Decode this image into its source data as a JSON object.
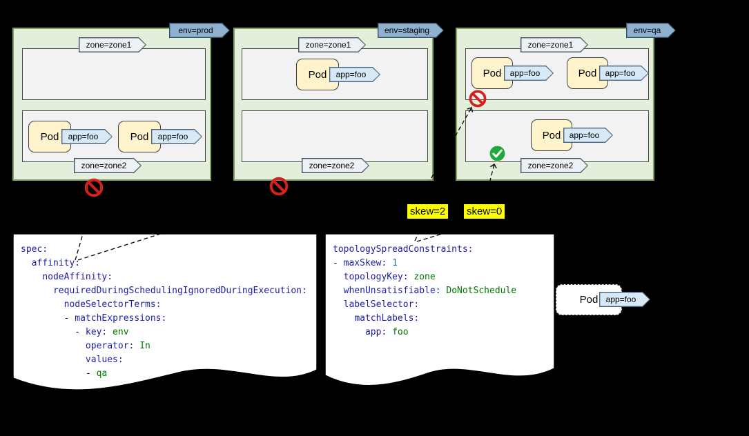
{
  "colors": {
    "background": "#000000",
    "cluster_fill": "#e3efda",
    "cluster_border": "#7ea35f",
    "zone_fill": "#f2f2f2",
    "pod_fill": "#fff3cc",
    "env_tag_fill": "#8fb1cf",
    "zone_tag_fill": "#edf0f4",
    "app_tag_fill": "#d7e8f7",
    "skew_highlight": "#ffff00",
    "rejected_red": "#d6201c",
    "accepted_green": "#1fa83c"
  },
  "code_palette": {
    "key": "#1c1ca8",
    "value": "#007700",
    "number": "#0d7d8c",
    "plain": "#000000"
  },
  "clusters": [
    {
      "env_label": "env=prod",
      "verdict_icon": "no-entry-icon",
      "zones": [
        {
          "label": "zone=zone1",
          "pods": []
        },
        {
          "label": "zone=zone2",
          "pods": [
            {
              "label": "Pod",
              "tag": "app=foo"
            },
            {
              "label": "Pod",
              "tag": "app=foo"
            }
          ]
        }
      ]
    },
    {
      "env_label": "env=staging",
      "verdict_icon": "no-entry-icon",
      "zones": [
        {
          "label": "zone=zone1",
          "pods": [
            {
              "label": "Pod",
              "tag": "app=foo"
            }
          ]
        },
        {
          "label": "zone=zone2",
          "pods": []
        }
      ]
    },
    {
      "env_label": "env=qa",
      "zones": [
        {
          "label": "zone=zone1",
          "verdict_icon": "no-entry-icon",
          "pods": [
            {
              "label": "Pod",
              "tag": "app=foo"
            },
            {
              "label": "Pod",
              "tag": "app=foo"
            }
          ]
        },
        {
          "label": "zone=zone2",
          "verdict_icon": "check-icon",
          "pods": [
            {
              "label": "Pod",
              "tag": "app=foo"
            }
          ]
        }
      ]
    }
  ],
  "skew_labels": [
    {
      "text": "skew=2"
    },
    {
      "text": "skew=0"
    }
  ],
  "incoming_pod": {
    "label": "Pod",
    "tag": "app=foo"
  },
  "code_blocks": [
    {
      "name": "node-affinity-yaml",
      "lines": [
        [
          [
            "key",
            "spec:"
          ]
        ],
        [
          [
            "plain",
            "  "
          ],
          [
            "key",
            "affinity:"
          ]
        ],
        [
          [
            "plain",
            "    "
          ],
          [
            "key",
            "nodeAffinity:"
          ]
        ],
        [
          [
            "plain",
            "      "
          ],
          [
            "key",
            "requiredDuringSchedulingIgnoredDuringExecution:"
          ]
        ],
        [
          [
            "plain",
            "        "
          ],
          [
            "key",
            "nodeSelectorTerms:"
          ]
        ],
        [
          [
            "plain",
            "        - "
          ],
          [
            "key",
            "matchExpressions:"
          ]
        ],
        [
          [
            "plain",
            "          - "
          ],
          [
            "key",
            "key:"
          ],
          [
            "value",
            " env"
          ]
        ],
        [
          [
            "plain",
            "            "
          ],
          [
            "key",
            "operator:"
          ],
          [
            "value",
            " In"
          ]
        ],
        [
          [
            "plain",
            "            "
          ],
          [
            "key",
            "values:"
          ]
        ],
        [
          [
            "plain",
            "            - "
          ],
          [
            "value",
            "qa"
          ]
        ]
      ]
    },
    {
      "name": "topology-spread-yaml",
      "lines": [
        [
          [
            "key",
            "topologySpreadConstraints:"
          ]
        ],
        [
          [
            "plain",
            "- "
          ],
          [
            "key",
            "maxSkew:"
          ],
          [
            "number",
            " 1"
          ]
        ],
        [
          [
            "plain",
            "  "
          ],
          [
            "key",
            "topologyKey:"
          ],
          [
            "value",
            " zone"
          ]
        ],
        [
          [
            "plain",
            "  "
          ],
          [
            "key",
            "whenUnsatisfiable:"
          ],
          [
            "value",
            " DoNotSchedule"
          ]
        ],
        [
          [
            "plain",
            "  "
          ],
          [
            "key",
            "labelSelector:"
          ]
        ],
        [
          [
            "plain",
            "    "
          ],
          [
            "key",
            "matchLabels:"
          ]
        ],
        [
          [
            "plain",
            "      "
          ],
          [
            "key",
            "app:"
          ],
          [
            "value",
            " foo"
          ]
        ]
      ]
    }
  ]
}
